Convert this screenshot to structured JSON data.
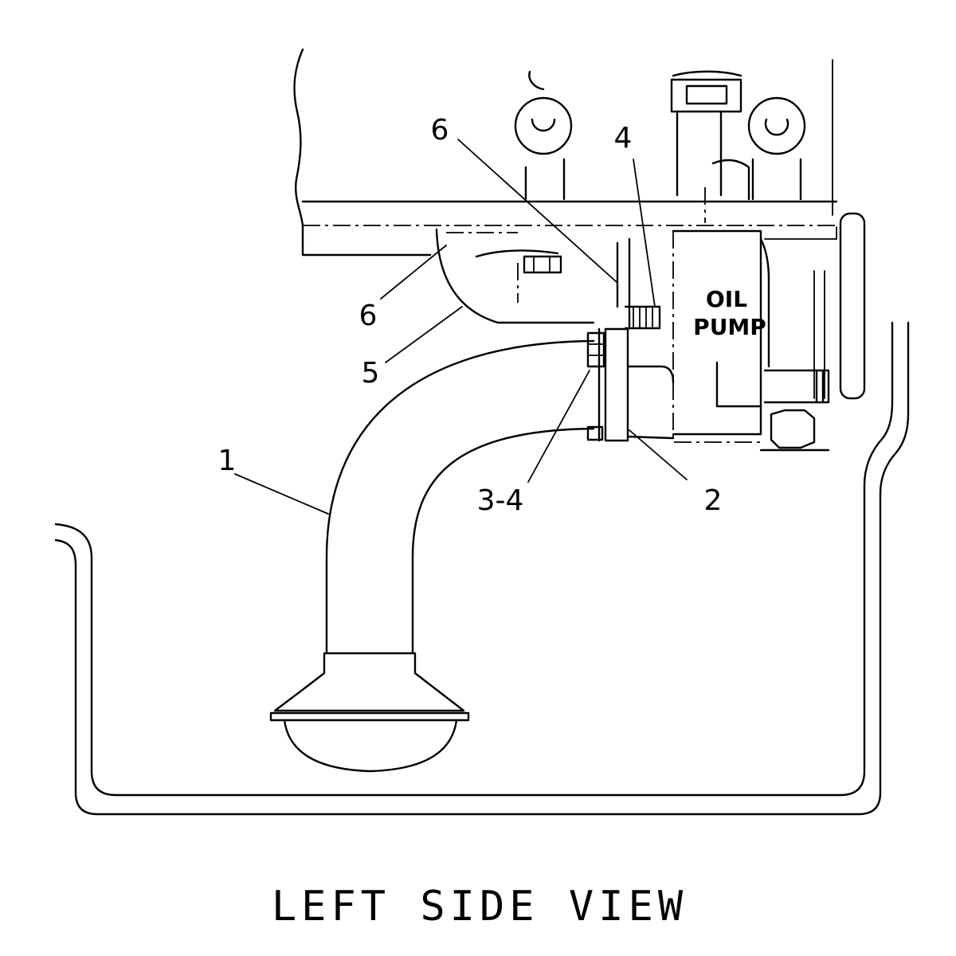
{
  "callouts": {
    "c1": "1",
    "c2": "2",
    "c34": "3-4",
    "c4": "4",
    "c5": "5",
    "c6_top": "6",
    "c6_left": "6"
  },
  "component": {
    "pump_line1": "OIL",
    "pump_line2": "PUMP"
  },
  "caption": "LEFT SIDE VIEW"
}
